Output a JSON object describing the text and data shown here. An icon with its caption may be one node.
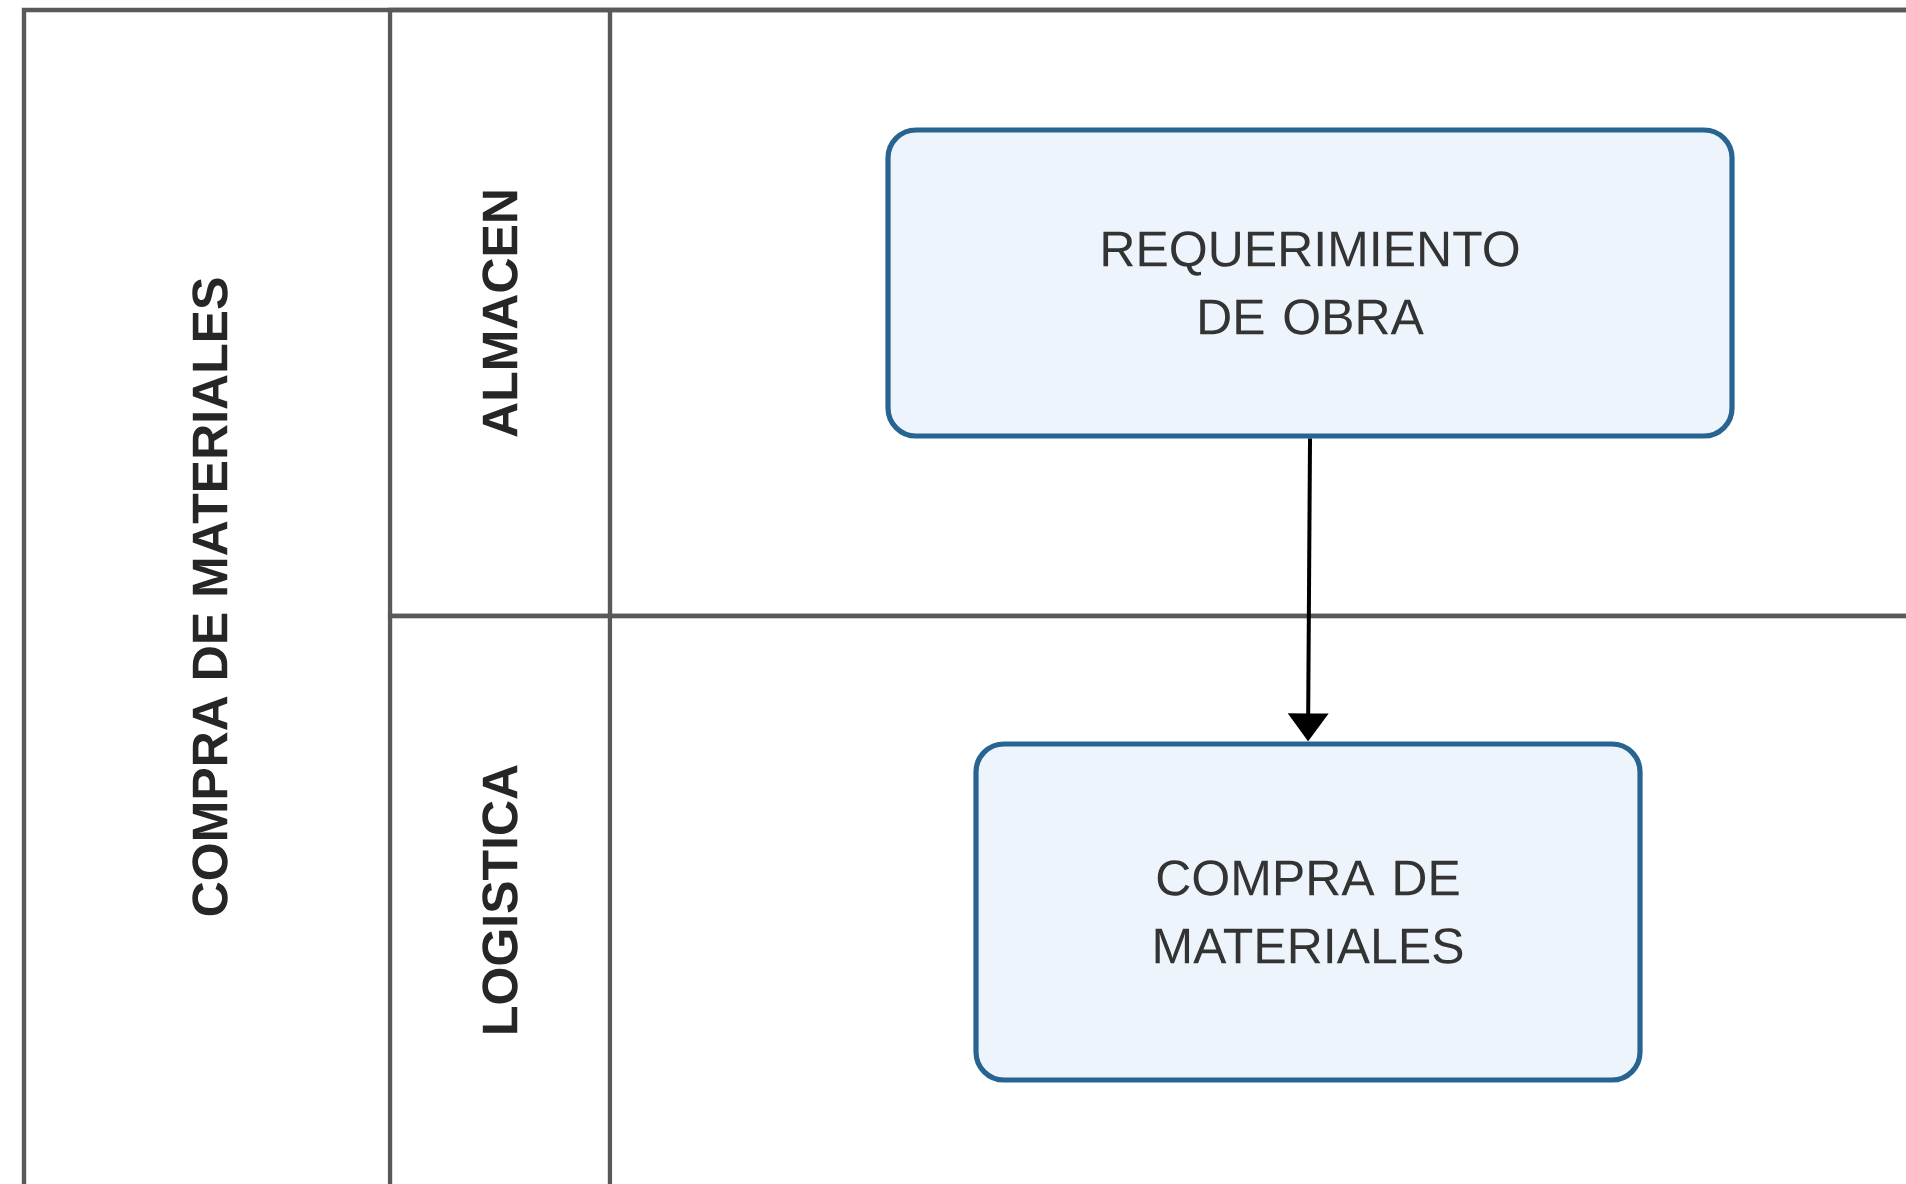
{
  "diagram": {
    "nodes": [
      {
        "text": [
          "COMPRA DE MATERIALES"
        ]
      },
      {
        "text": [
          "ALMACEN"
        ],
        "in": 0
      },
      {
        "text": [
          "LOGISTICA"
        ],
        "in": 0
      },
      {
        "text": [
          "REQUERIMIENTO DE OBRA"
        ],
        "in": 1
      },
      {
        "text": [
          "COMPRA DE MATERIALES"
        ],
        "in": 2
      }
    ],
    "edges": [
      {
        "from": 3,
        "to": 4,
        "arrow": "to"
      }
    ]
  }
}
